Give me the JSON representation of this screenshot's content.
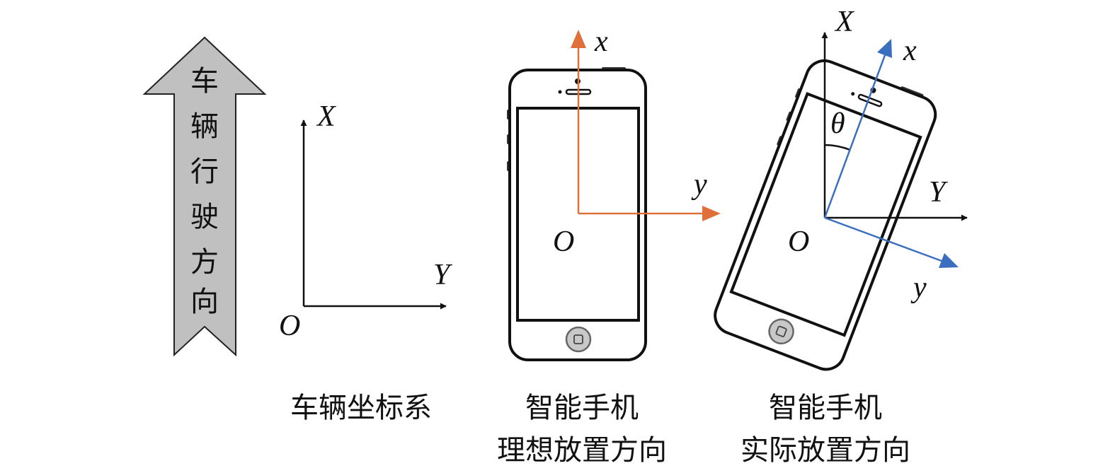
{
  "arrow": {
    "chars": [
      "车",
      "辆",
      "行",
      "驶",
      "方",
      "向"
    ],
    "fill": "#c0c0c0"
  },
  "vehicle": {
    "label_X": "X",
    "label_Y": "Y",
    "label_O": "O",
    "caption": "车辆坐标系"
  },
  "phone_ideal": {
    "label_x": "x",
    "label_y": "y",
    "label_O": "O",
    "axis_color": "#e0703a",
    "caption_line1": "智能手机",
    "caption_line2": "理想放置方向"
  },
  "phone_actual": {
    "label_X": "X",
    "label_Y": "Y",
    "label_x": "x",
    "label_y": "y",
    "label_O": "O",
    "label_theta": "θ",
    "axis_color": "#3a6fbf",
    "caption_line1": "智能手机",
    "caption_line2": "实际放置方向"
  }
}
